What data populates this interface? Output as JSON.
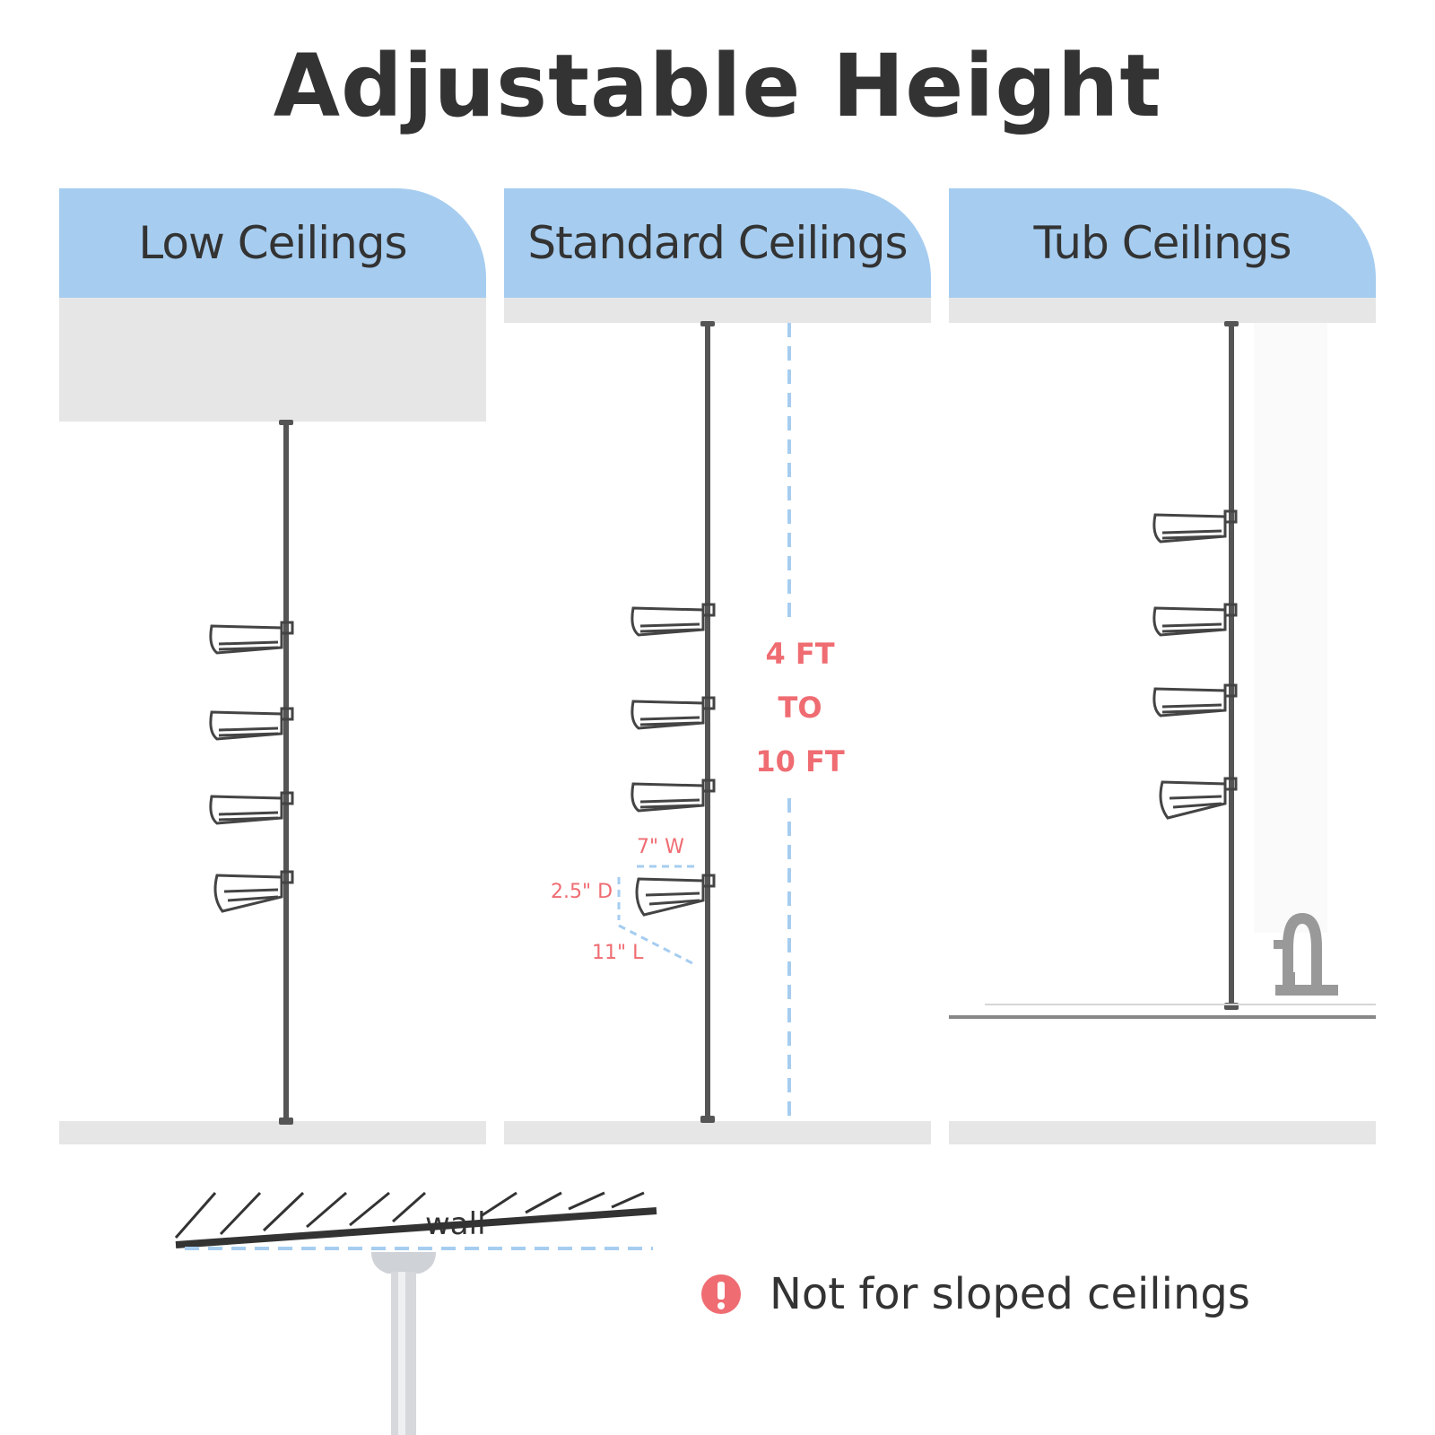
{
  "title": "Adjustable Height",
  "panels": [
    {
      "title": "Low Ceilings"
    },
    {
      "title": "Standard Ceilings"
    },
    {
      "title": "Tub Ceilings"
    }
  ],
  "range": {
    "line1": "4 FT",
    "line2": "TO",
    "line3": "10 FT"
  },
  "basket_dims": {
    "width": "7\" W",
    "depth": "2.5\" D",
    "length": "11\" L"
  },
  "wall_label": "wall",
  "note": "Not for sloped ceilings",
  "colors": {
    "header_blue": "#a6cdf0",
    "ceiling_grey": "#e6e6e6",
    "accent_red": "#ef6c72",
    "dash_blue": "#a6cdf0",
    "dark": "#333333"
  },
  "icons": [
    "exclamation-icon",
    "faucet-icon",
    "basket-icon",
    "tension-pole-icon"
  ]
}
